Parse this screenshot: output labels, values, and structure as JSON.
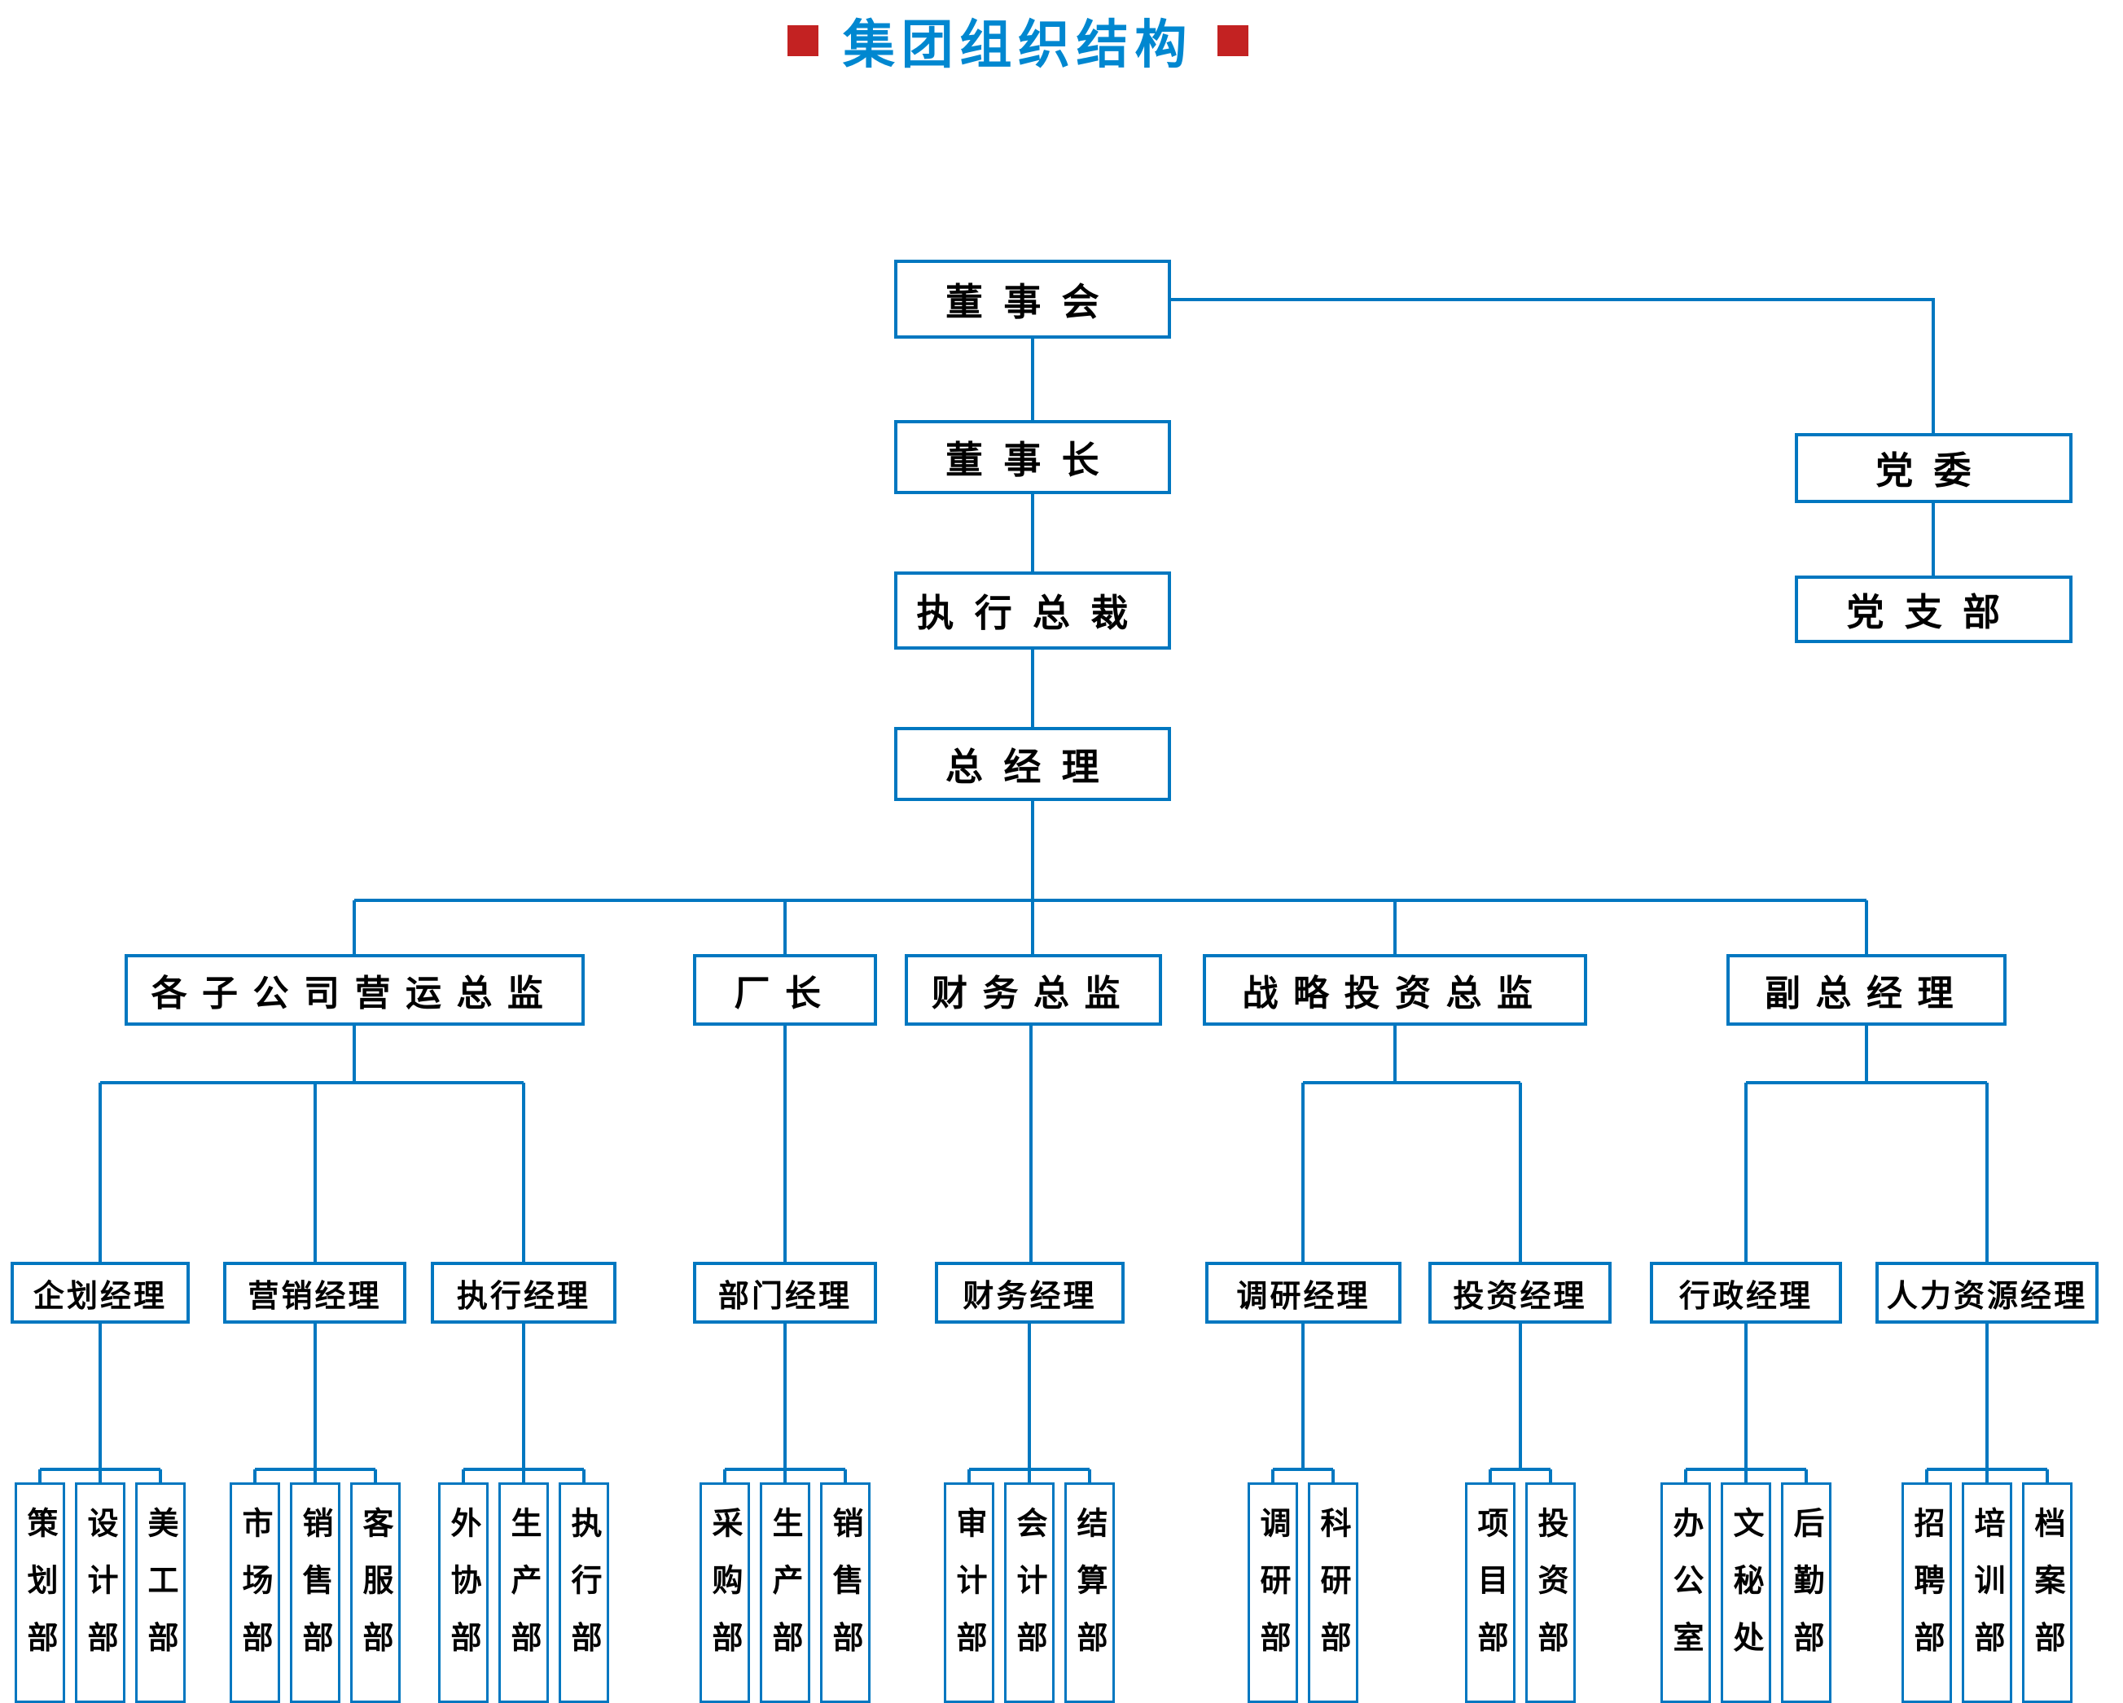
{
  "title": {
    "text": "集团组织结构"
  },
  "colors": {
    "line_blue": "#0077c0",
    "title_blue": "#0087d0",
    "accent_red": "#c32222",
    "text": "#000000",
    "background": "#ffffff"
  },
  "chart": {
    "top": {
      "board": "董事会",
      "chairman": "董事长",
      "president": "执行总裁",
      "gm": "总经理"
    },
    "party": {
      "committee": "党委",
      "branch": "党支部"
    },
    "branches": [
      {
        "director": "各子公司营运总监",
        "managers": [
          {
            "name": "企划经理",
            "departments": [
              "策划部",
              "设计部",
              "美工部"
            ]
          },
          {
            "name": "营销经理",
            "departments": [
              "市场部",
              "销售部",
              "客服部"
            ]
          },
          {
            "name": "执行经理",
            "departments": [
              "外协部",
              "生产部",
              "执行部"
            ]
          }
        ]
      },
      {
        "director": "厂长",
        "managers": [
          {
            "name": "部门经理",
            "departments": [
              "采购部",
              "生产部",
              "销售部"
            ]
          }
        ]
      },
      {
        "director": "财务总监",
        "managers": [
          {
            "name": "财务经理",
            "departments": [
              "审计部",
              "会计部",
              "结算部"
            ]
          }
        ]
      },
      {
        "director": "战略投资总监",
        "managers": [
          {
            "name": "调研经理",
            "departments": [
              "调研部",
              "科研部"
            ]
          },
          {
            "name": "投资经理",
            "departments": [
              "项目部",
              "投资部"
            ]
          }
        ]
      },
      {
        "director": "副总经理",
        "managers": [
          {
            "name": "行政经理",
            "departments": [
              "办公室",
              "文秘处",
              "后勤部"
            ]
          },
          {
            "name": "人力资源经理",
            "departments": [
              "招聘部",
              "培训部",
              "档案部"
            ]
          }
        ]
      }
    ]
  }
}
